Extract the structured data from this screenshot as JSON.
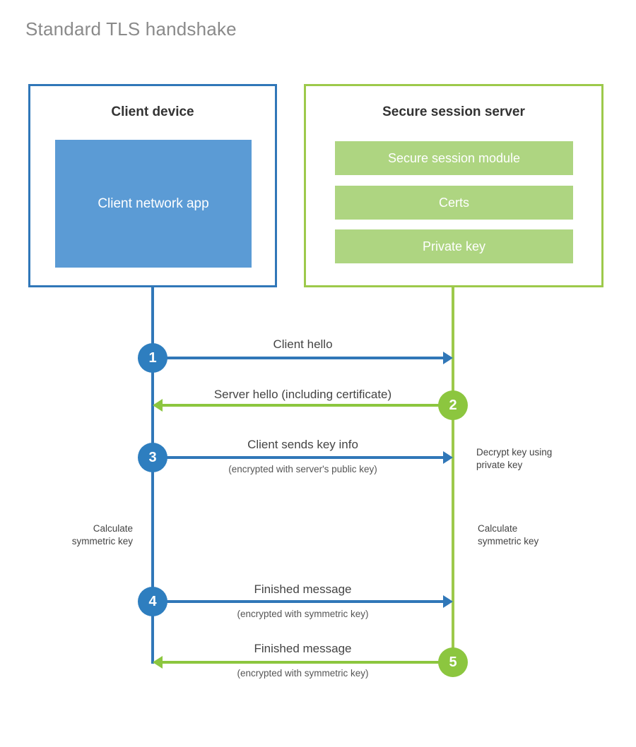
{
  "title": "Standard TLS handshake",
  "colors": {
    "client_border": "#3077b8",
    "client_fill": "#5b9bd5",
    "server_border": "#9dc94b",
    "server_fill": "#aed581",
    "client_accent": "#2e7ebf",
    "server_accent": "#8cc63f",
    "title_text": "#8a8a8a"
  },
  "client": {
    "title": "Client device",
    "app_label": "Client network\napp"
  },
  "server": {
    "title": "Secure session server",
    "components": [
      {
        "label": "Secure session module"
      },
      {
        "label": "Certs"
      },
      {
        "label": "Private key"
      }
    ]
  },
  "steps": [
    {
      "number": "1",
      "label": "Client hello",
      "sub": "",
      "direction": "client-to-server",
      "actor": "client"
    },
    {
      "number": "2",
      "label": "Server hello (including certificate)",
      "sub": "",
      "direction": "server-to-client",
      "actor": "server"
    },
    {
      "number": "3",
      "label": "Client sends key info",
      "sub": "(encrypted with server's public key)",
      "direction": "client-to-server",
      "actor": "client"
    },
    {
      "number": "4",
      "label": "Finished message",
      "sub": "(encrypted with symmetric key)",
      "direction": "client-to-server",
      "actor": "client"
    },
    {
      "number": "5",
      "label": "Finished message",
      "sub": "(encrypted with symmetric key)",
      "direction": "server-to-client",
      "actor": "server"
    }
  ],
  "notes": {
    "decrypt_key": "Decrypt key using\nprivate key",
    "calculate_symmetric_key_client": "Calculate\nsymmetric key",
    "calculate_symmetric_key_server": "Calculate\nsymmetric key"
  }
}
